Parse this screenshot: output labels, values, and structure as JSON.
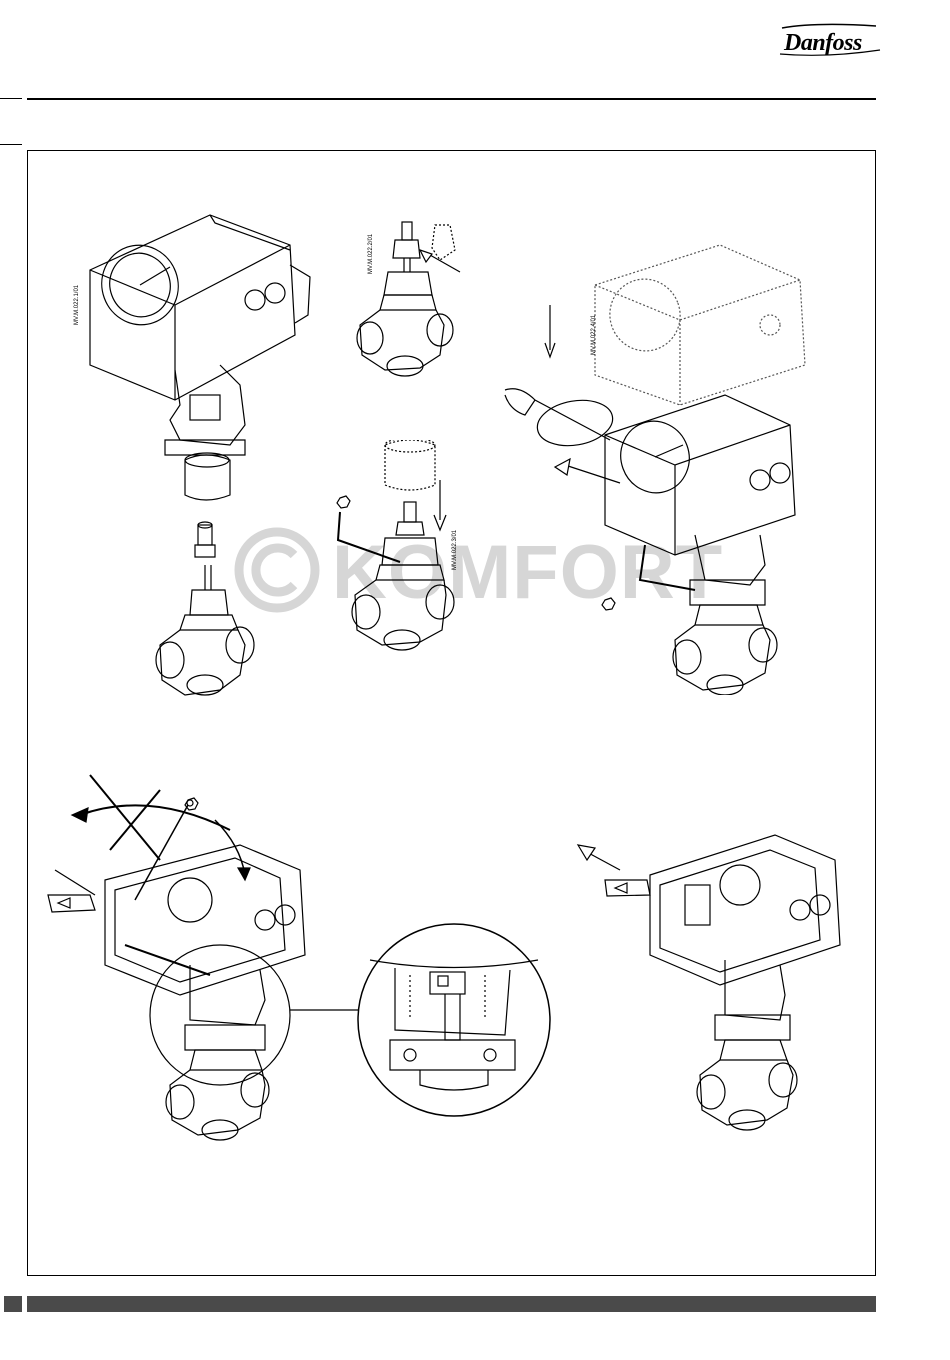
{
  "header": {
    "brand": "Danfoss"
  },
  "watermark": {
    "text": "KOMFORT"
  },
  "figures": [
    {
      "code": "MV.M.022.1/01"
    },
    {
      "code": "MV.M.022.2/01"
    },
    {
      "code": "MV.M.022.3/01"
    },
    {
      "code": "MV.M.022.4/01"
    }
  ],
  "colors": {
    "line": "#000000",
    "footer": "#4a4a4a",
    "watermark": "#d6d6d6"
  },
  "icons": [
    "hex-key-icon",
    "arrow-icon",
    "screwdriver-icon",
    "magnifier-circle-icon"
  ]
}
